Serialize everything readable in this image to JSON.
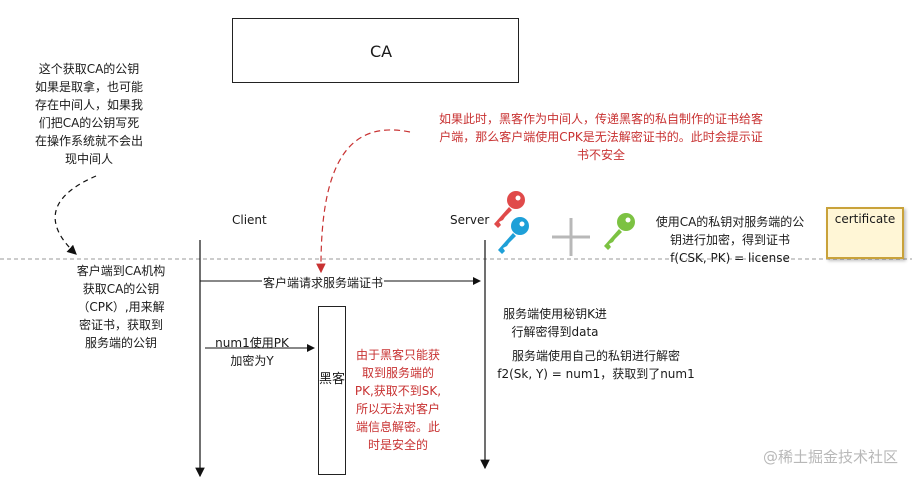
{
  "ca": {
    "label": "CA"
  },
  "note_top_left": [
    "这个获取CA的公钥",
    "如果是取拿，也可能",
    "存在中间人，如果我",
    "们把CA的公钥写死",
    "在操作系统就不会出",
    "现中间人"
  ],
  "note_top_red": [
    "如果此时，黑客作为中间人，传递黑客的私自制作的证书给客",
    "户端，那么客户端使用CPK是无法解密证书的。此时会提示证",
    "书不安全"
  ],
  "client_label": "Client",
  "server_label": "Server",
  "client_side_note": [
    "客户端到CA机构",
    "获取CA的公钥",
    "（CPK）,用来解",
    "密证书，获取到",
    "服务端的公钥"
  ],
  "request_label": "客户端请求服务端证书",
  "sign_note": [
    "使用CA的私钥对服务端的公",
    "钥进行加密，得到证书",
    "f(CSK, PK) = license"
  ],
  "certificate_label": "certificate",
  "server_decrypt_note": [
    "服务端使用秘钥K进",
    "行解密得到data"
  ],
  "server_private_note": [
    "服务端使用自己的私钥进行解密",
    "f2(Sk, Y) = num1，获取到了num1"
  ],
  "num1_note": [
    "num1使用PK",
    "加密为Y"
  ],
  "hacker_label": "黑客",
  "hacker_red_note": [
    "由于黑客只能获",
    "取到服务端的",
    "PK,获取不到SK,",
    "所以无法对客户",
    "端信息解密。此",
    "时是安全的"
  ],
  "watermark": "@稀土掘金技术社区",
  "colors": {
    "key_blue": "#3a6fbf",
    "key_green": "#7cc242",
    "key_red": "#e04a4a",
    "key_cyan": "#1ea0d8",
    "red_text": "#c83232",
    "plus_gray": "#b8b8b8",
    "cert_border": "#c9a23a"
  },
  "icons": [
    "blue-key-icon",
    "green-key-icon",
    "red-key-icon",
    "cyan-key-icon",
    "plus-icon",
    "certificate-icon"
  ]
}
